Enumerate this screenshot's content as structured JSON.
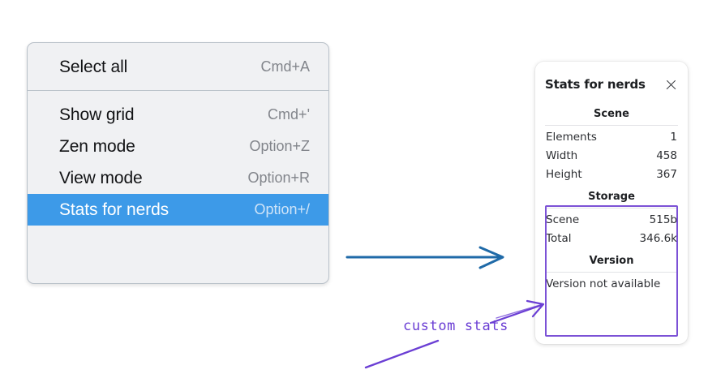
{
  "context_menu": {
    "name": "canvas-context-menu",
    "groups": [
      {
        "items": [
          {
            "label": "Select all",
            "shortcut": "Cmd+A",
            "selected": false
          }
        ]
      },
      {
        "items": [
          {
            "label": "Show grid",
            "shortcut": "Cmd+'",
            "selected": false
          },
          {
            "label": "Zen mode",
            "shortcut": "Option+Z",
            "selected": false
          },
          {
            "label": "View mode",
            "shortcut": "Option+R",
            "selected": false
          },
          {
            "label": "Stats for nerds",
            "shortcut": "Option+/",
            "selected": true
          }
        ]
      }
    ],
    "selected_item_label": "Stats for nerds",
    "highlight_color": "#3d9ae8",
    "background_color": "#f0f1f3"
  },
  "stats_panel": {
    "title": "Stats for nerds",
    "close_icon": "close-icon",
    "sections": [
      {
        "title": "Scene",
        "rows": [
          {
            "key": "Elements",
            "value": "1"
          },
          {
            "key": "Width",
            "value": "458"
          },
          {
            "key": "Height",
            "value": "367"
          }
        ]
      },
      {
        "title": "Storage",
        "rows": [
          {
            "key": "Scene",
            "value": "515b"
          },
          {
            "key": "Total",
            "value": "346.6k"
          }
        ]
      },
      {
        "title": "Version",
        "single_value": "Version not available"
      }
    ]
  },
  "annotations": {
    "highlight_box_color": "#7c52d6",
    "handwritten_label": "custom stats",
    "blue_arrow_color": "#1f6aa8",
    "purple_arrow_color": "#6b3fd4"
  }
}
